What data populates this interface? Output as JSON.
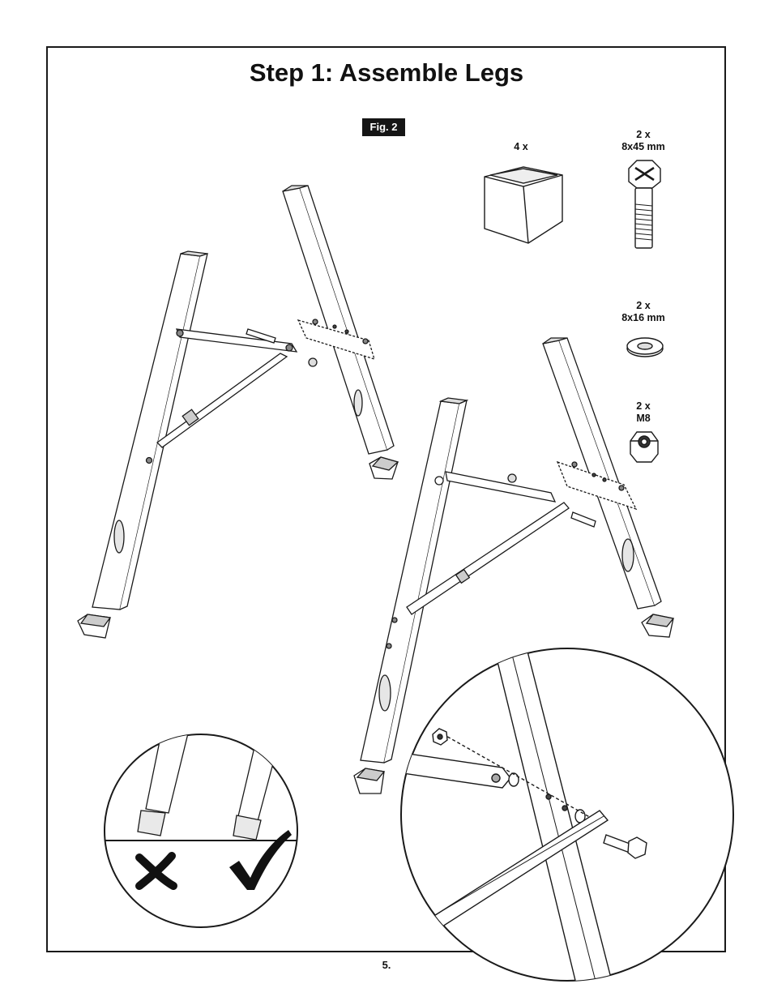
{
  "title": "Step 1: Assemble Legs",
  "figure_label": "Fig. 2",
  "parts": [
    {
      "qty": "4 x",
      "size": "",
      "icon": "foot-cap-icon"
    },
    {
      "qty": "2 x",
      "size": "8x45 mm",
      "icon": "bolt-icon"
    },
    {
      "qty": "2 x",
      "size": "8x16 mm",
      "icon": "washer-icon"
    },
    {
      "qty": "2 x",
      "size": "M8",
      "icon": "lock-nut-icon"
    }
  ],
  "callouts": {
    "wrong_mark_icon": "cross-mark-icon",
    "right_mark_icon": "check-mark-icon"
  },
  "page_number": "5."
}
